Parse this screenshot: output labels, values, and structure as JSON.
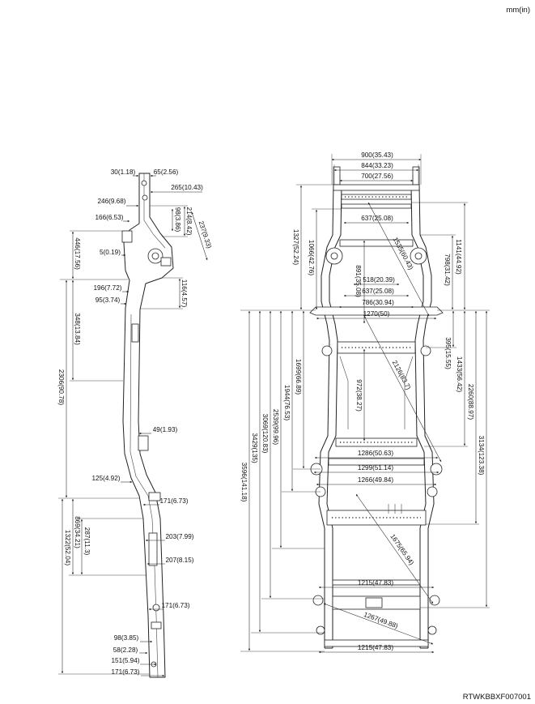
{
  "header": {
    "units": "mm(in)"
  },
  "footer": {
    "drawing_code": "RTWKBBXF007001"
  },
  "side_view": {
    "labels": [
      "30(1.18)",
      "65(2.56)",
      "265(10.43)",
      "246(9.68)",
      "214(8.42)",
      "98(3.86)",
      "166(6.53)",
      "237(9.33)",
      "446(17.56)",
      "5(0.19)",
      "196(7.72)",
      "116(4.57)",
      "95(3.74)",
      "348(13.84)",
      "2306(90.78)",
      "49(1.93)",
      "125(4.92)",
      "171(6.73)",
      "287(11.3)",
      "869(34.21)",
      "1322(52.04)",
      "203(7.99)",
      "207(8.15)",
      "171(6.73)",
      "98(3.85)",
      "58(2.28)",
      "151(5.94)",
      "171(6.73)"
    ]
  },
  "top_view": {
    "labels": [
      "900(35.43)",
      "844(33.23)",
      "700(27.56)",
      "637(25.08)",
      "1327(52.24)",
      "1066(42.76)",
      "1535(60.43)",
      "1141(44.92)",
      "798(31.42)",
      "891(35.08)",
      "518(20.39)",
      "637(25.08)",
      "786(30.94)",
      "1270(50)",
      "395(15.55)",
      "1433(56.42)",
      "2126(83.7)",
      "972(38.27)",
      "1699(66.89)",
      "1944(76.53)",
      "2260(88.97)",
      "2539(99.96)",
      "3069(120.83)",
      "3134(123.38)",
      "3429(135)",
      "3596(141.18)",
      "1286(50.63)",
      "1299(51.14)",
      "1266(49.84)",
      "1675(65.94)",
      "1215(47.83)",
      "1267(49.88)",
      "1215(47.83)"
    ]
  }
}
